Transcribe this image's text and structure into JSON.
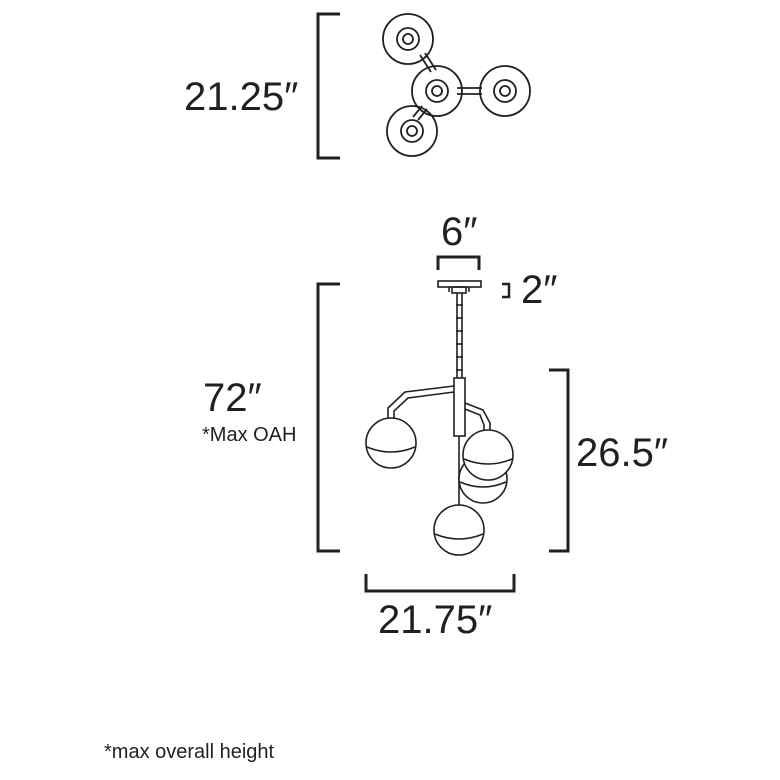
{
  "dimensions": {
    "top_view_width": "21.25″",
    "canopy_width": "6″",
    "canopy_height": "2″",
    "max_overall_height": "72″",
    "max_oah_note": "*Max OAH",
    "body_height": "26.5″",
    "body_width": "21.75″"
  },
  "footnote": "*max overall height",
  "colors": {
    "line": "#231f20",
    "background": "#ffffff"
  }
}
